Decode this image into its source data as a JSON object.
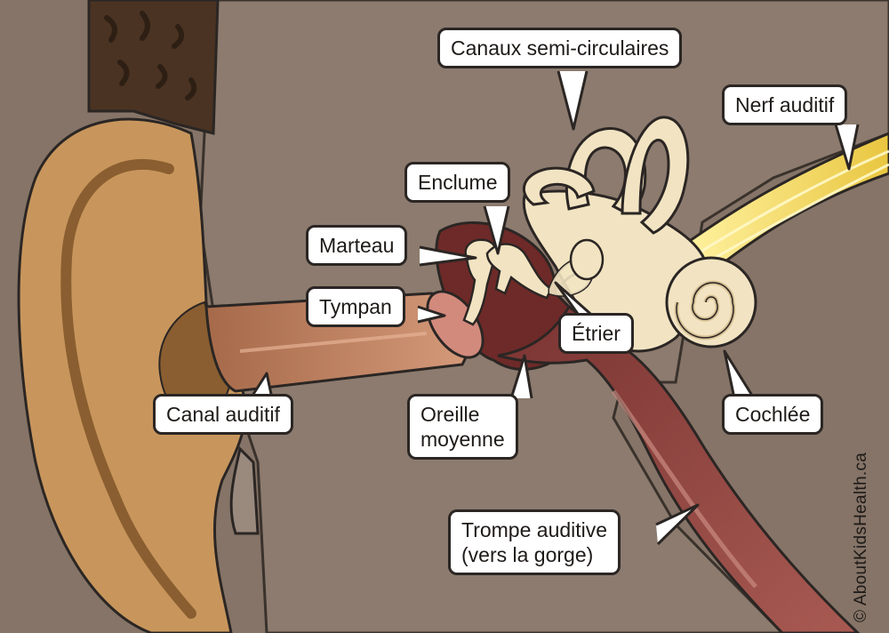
{
  "labels": {
    "semicircular_canals": "Canaux semi-circulaires",
    "auditory_nerve": "Nerf auditif",
    "incus": "Enclume",
    "malleus": "Marteau",
    "eardrum": "Tympan",
    "stapes": "Étrier",
    "ear_canal": "Canal auditif",
    "middle_ear_line1": "Oreille",
    "middle_ear_line2": "moyenne",
    "cochlea": "Cochlée",
    "eustachian_line1": "Trompe auditive",
    "eustachian_line2": "(vers la gorge)"
  },
  "copyright": "© AboutKidsHealth.ca",
  "colors": {
    "background": "#857467",
    "tissue_light": "#9a8a7e",
    "skin": "#c8965c",
    "skin_dark": "#8a5e30",
    "hair": "#4a3322",
    "canal": "#c98a68",
    "middle_ear": "#6e2a28",
    "tube": "#8e4a45",
    "bone": "#f2e4c2",
    "bone_shadow": "#d8c296",
    "nerve": "#f2d860",
    "outline": "#2b2624"
  }
}
